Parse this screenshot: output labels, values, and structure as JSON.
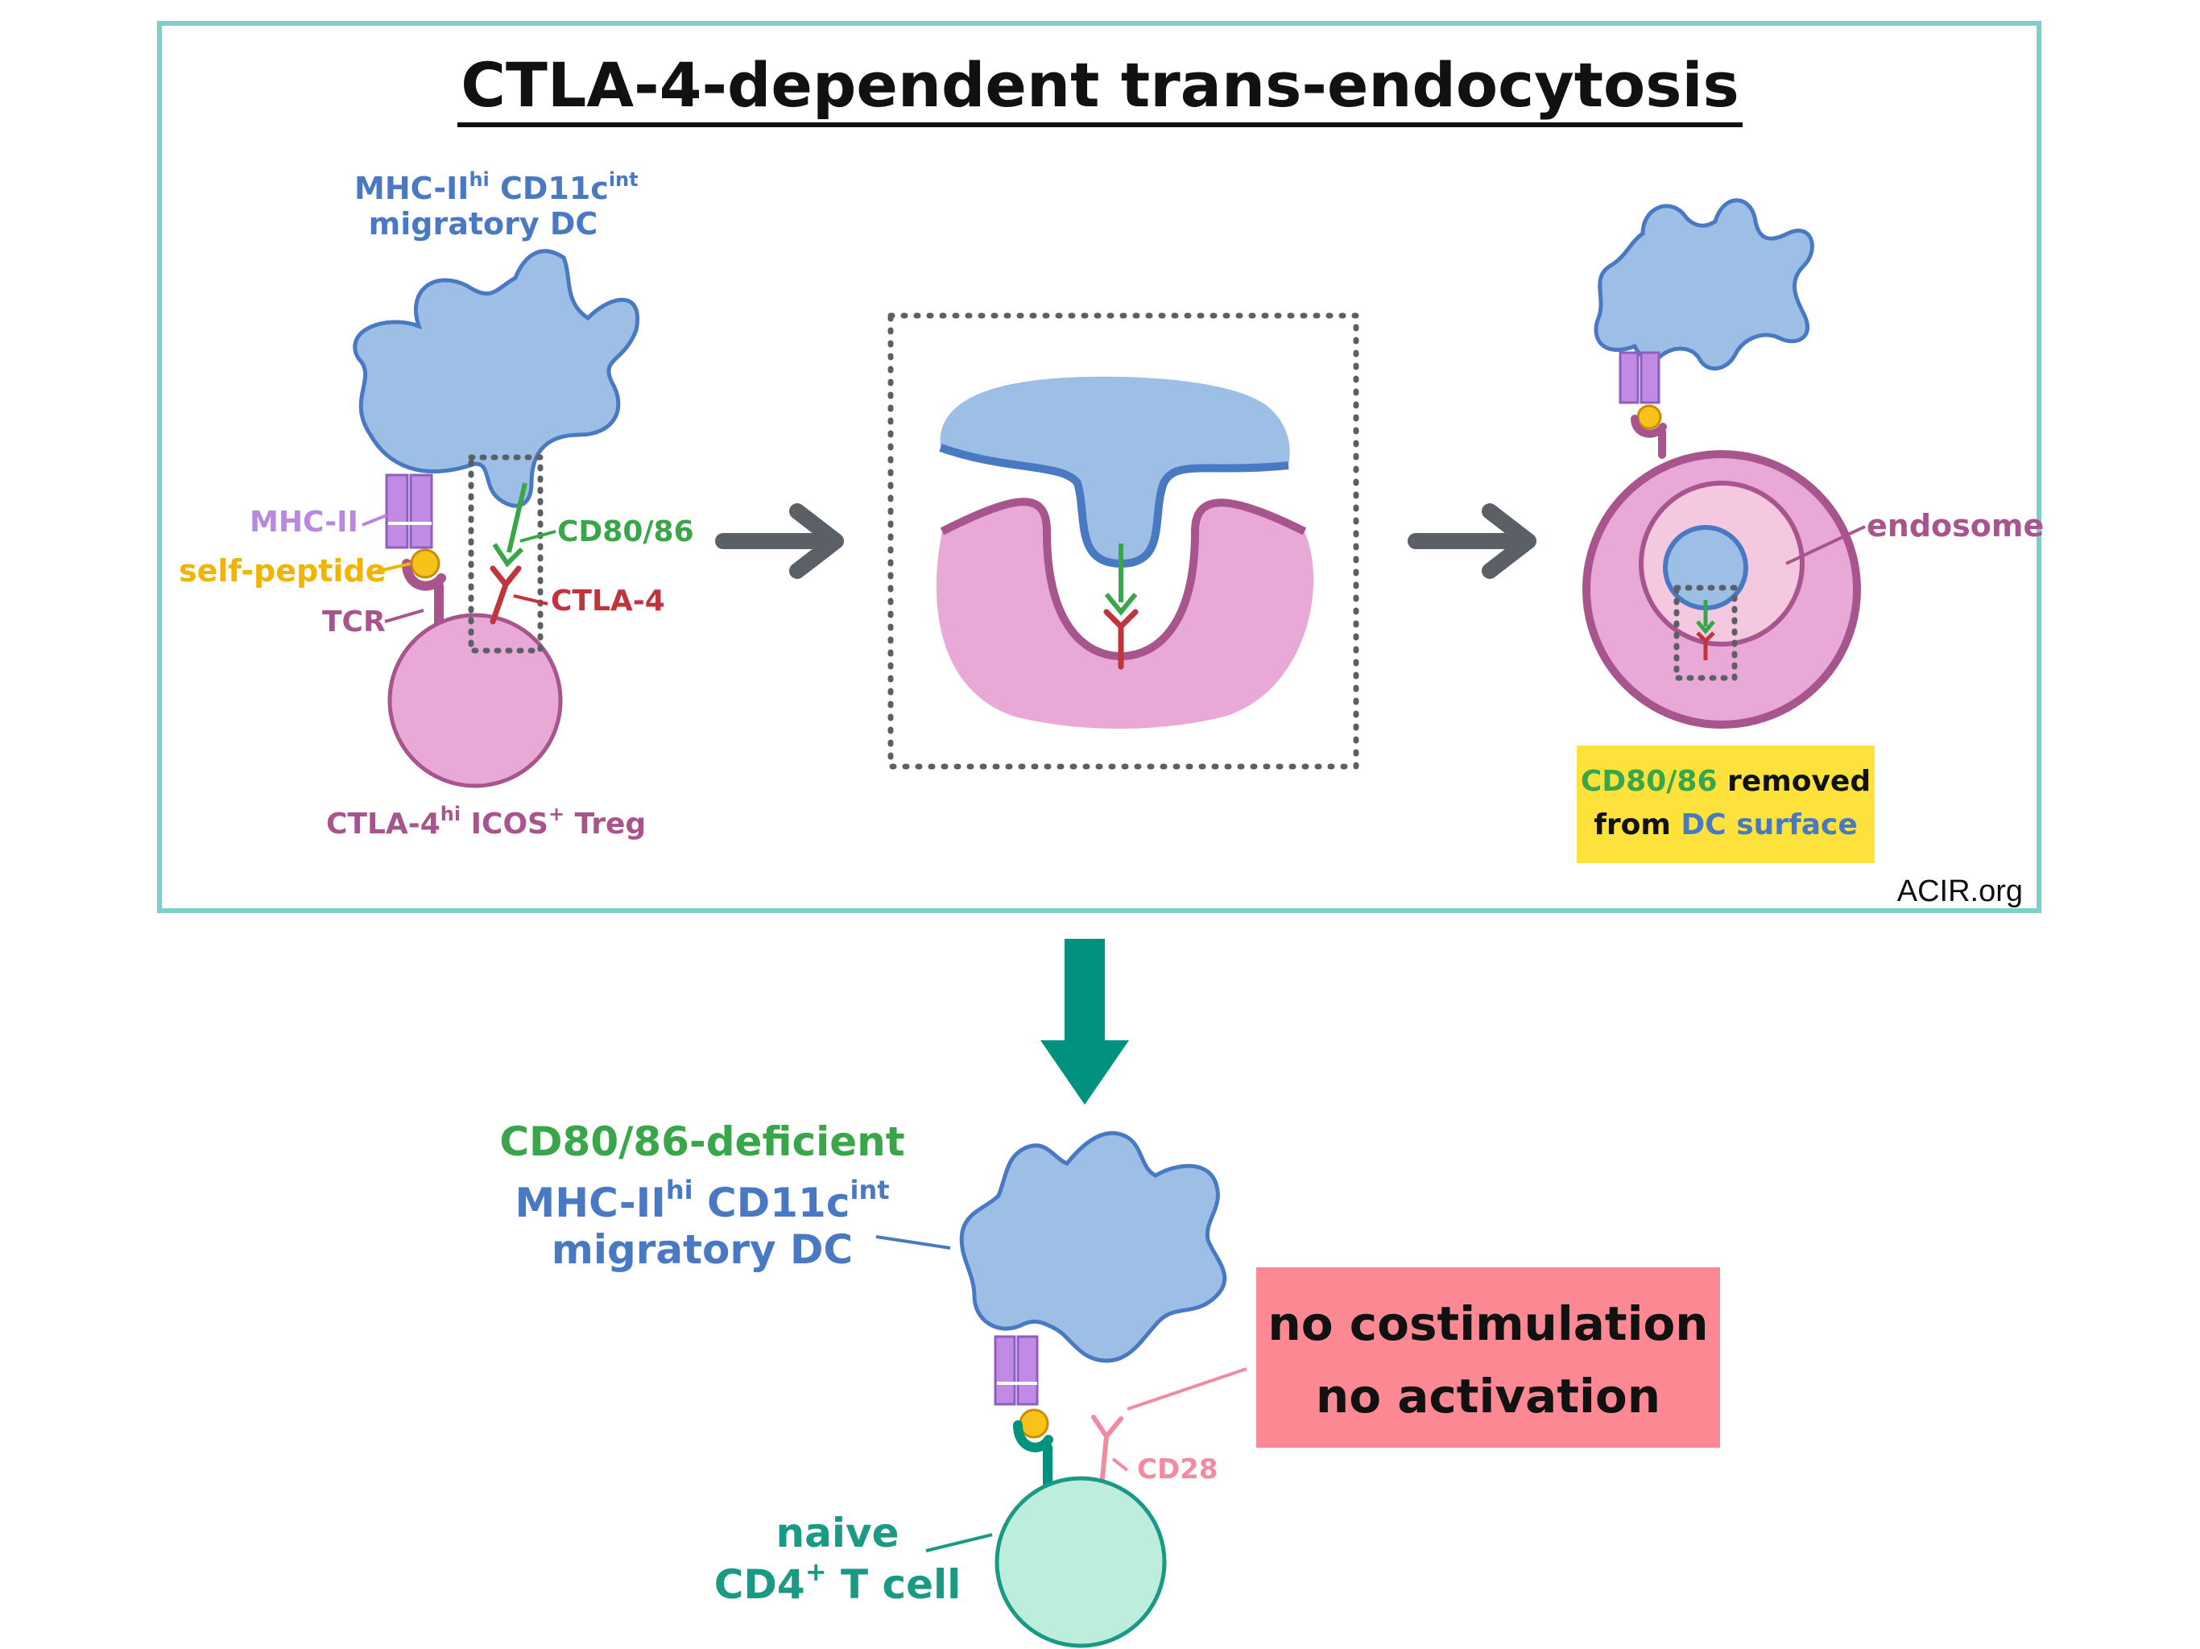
{
  "title": "CTLA-4-dependent trans-endocytosis",
  "top_panel": {
    "dc_label_line1_main": "MHC-II",
    "dc_label_line1_sup1": "hi",
    "dc_label_line1_mid": " CD11c",
    "dc_label_line1_sup2": "int",
    "dc_label_line2": "migratory DC",
    "mhc_label": "MHC-II",
    "peptide_label": "self-peptide",
    "tcr_label": "TCR",
    "cd80_label": "CD80/86",
    "ctla4_label": "CTLA-4",
    "treg_label_main": "CTLA-4",
    "treg_label_sup": "hi",
    "treg_label_rest": " ICOS",
    "treg_label_plus": "+",
    "treg_label_end": " Treg",
    "endosome_label": "endosome",
    "result_box": {
      "line1_green": "CD80/86",
      "line1_rest": " removed",
      "line2_start": "from ",
      "line2_blue": "DC surface"
    },
    "credit": "ACIR.org"
  },
  "bottom_panel": {
    "dc_label_line1": "CD80/86-deficient",
    "dc_label_line2_main": "MHC-II",
    "dc_label_line2_sup1": "hi",
    "dc_label_line2_mid": " CD11c",
    "dc_label_line2_sup2": "int",
    "dc_label_line3": "migratory DC",
    "cd28_label": "CD28",
    "outcome_line1": "no costimulation",
    "outcome_line2": "no activation",
    "tcell_label_line1": "naive",
    "tcell_label_line2_main": "CD4",
    "tcell_label_line2_sup": "+",
    "tcell_label_line2_rest": " T cell"
  },
  "colors": {
    "frame": "#7ecfc8",
    "dc_fill": "#9ebfe5",
    "dc_outline": "#4a79c3",
    "treg_fill": "#e8a9d6",
    "treg_outline": "#a8558e",
    "mhc": "#c08ae5",
    "peptide": "#f7c21a",
    "cd80": "#3aa64a",
    "ctla4": "#c0343c",
    "arrow_gray": "#5b6066",
    "arrow_teal": "#00917f",
    "tcell_fill": "#bdeedd",
    "tcell_outline": "#1a9a84",
    "cd28": "#f38aa0",
    "result_box": "#fde23c",
    "outcome_box": "#fb8893"
  }
}
